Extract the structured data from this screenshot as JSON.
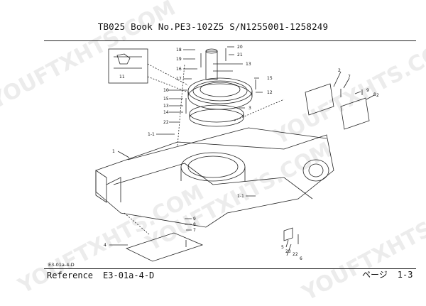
{
  "header": {
    "model": "TB025",
    "book": "Book No.PE3-102Z5",
    "serial": "S/N1255001-1258249"
  },
  "footer": {
    "reference_label": "Reference",
    "reference_code": "E3-01a-4-D",
    "page_label": "ページ",
    "page_number": "1-3"
  },
  "figure_code": "E3-01a-4-D",
  "watermark": "YOUFTXHTS.COM",
  "callouts": [
    "18",
    "19",
    "16",
    "17",
    "10",
    "15",
    "13",
    "14",
    "22",
    "20",
    "21",
    "13",
    "15",
    "12",
    "3",
    "1-1",
    "1",
    "11",
    "2",
    "7",
    "9",
    "8",
    "2",
    "1-1",
    "9",
    "8",
    "7",
    "4",
    "5",
    "23",
    "22",
    "6"
  ]
}
